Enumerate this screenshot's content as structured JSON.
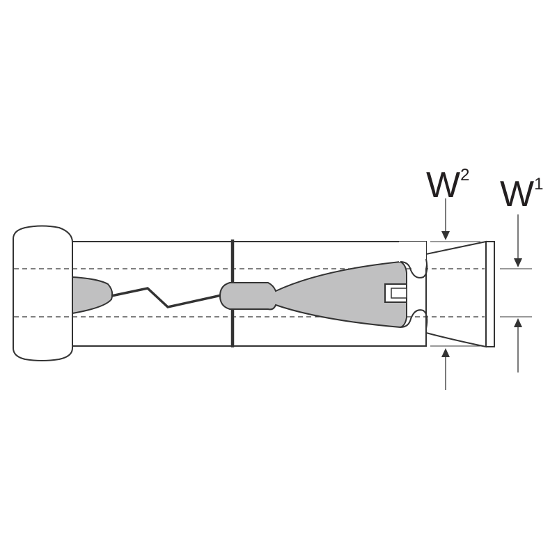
{
  "diagram": {
    "labels": {
      "w2": {
        "base": "W",
        "sup": "2"
      },
      "w1": {
        "base": "W",
        "sup": "1"
      }
    },
    "colors": {
      "stroke": "#333333",
      "fill_gray": "#c0c0c1",
      "background": "#ffffff",
      "text": "#231f20"
    }
  }
}
